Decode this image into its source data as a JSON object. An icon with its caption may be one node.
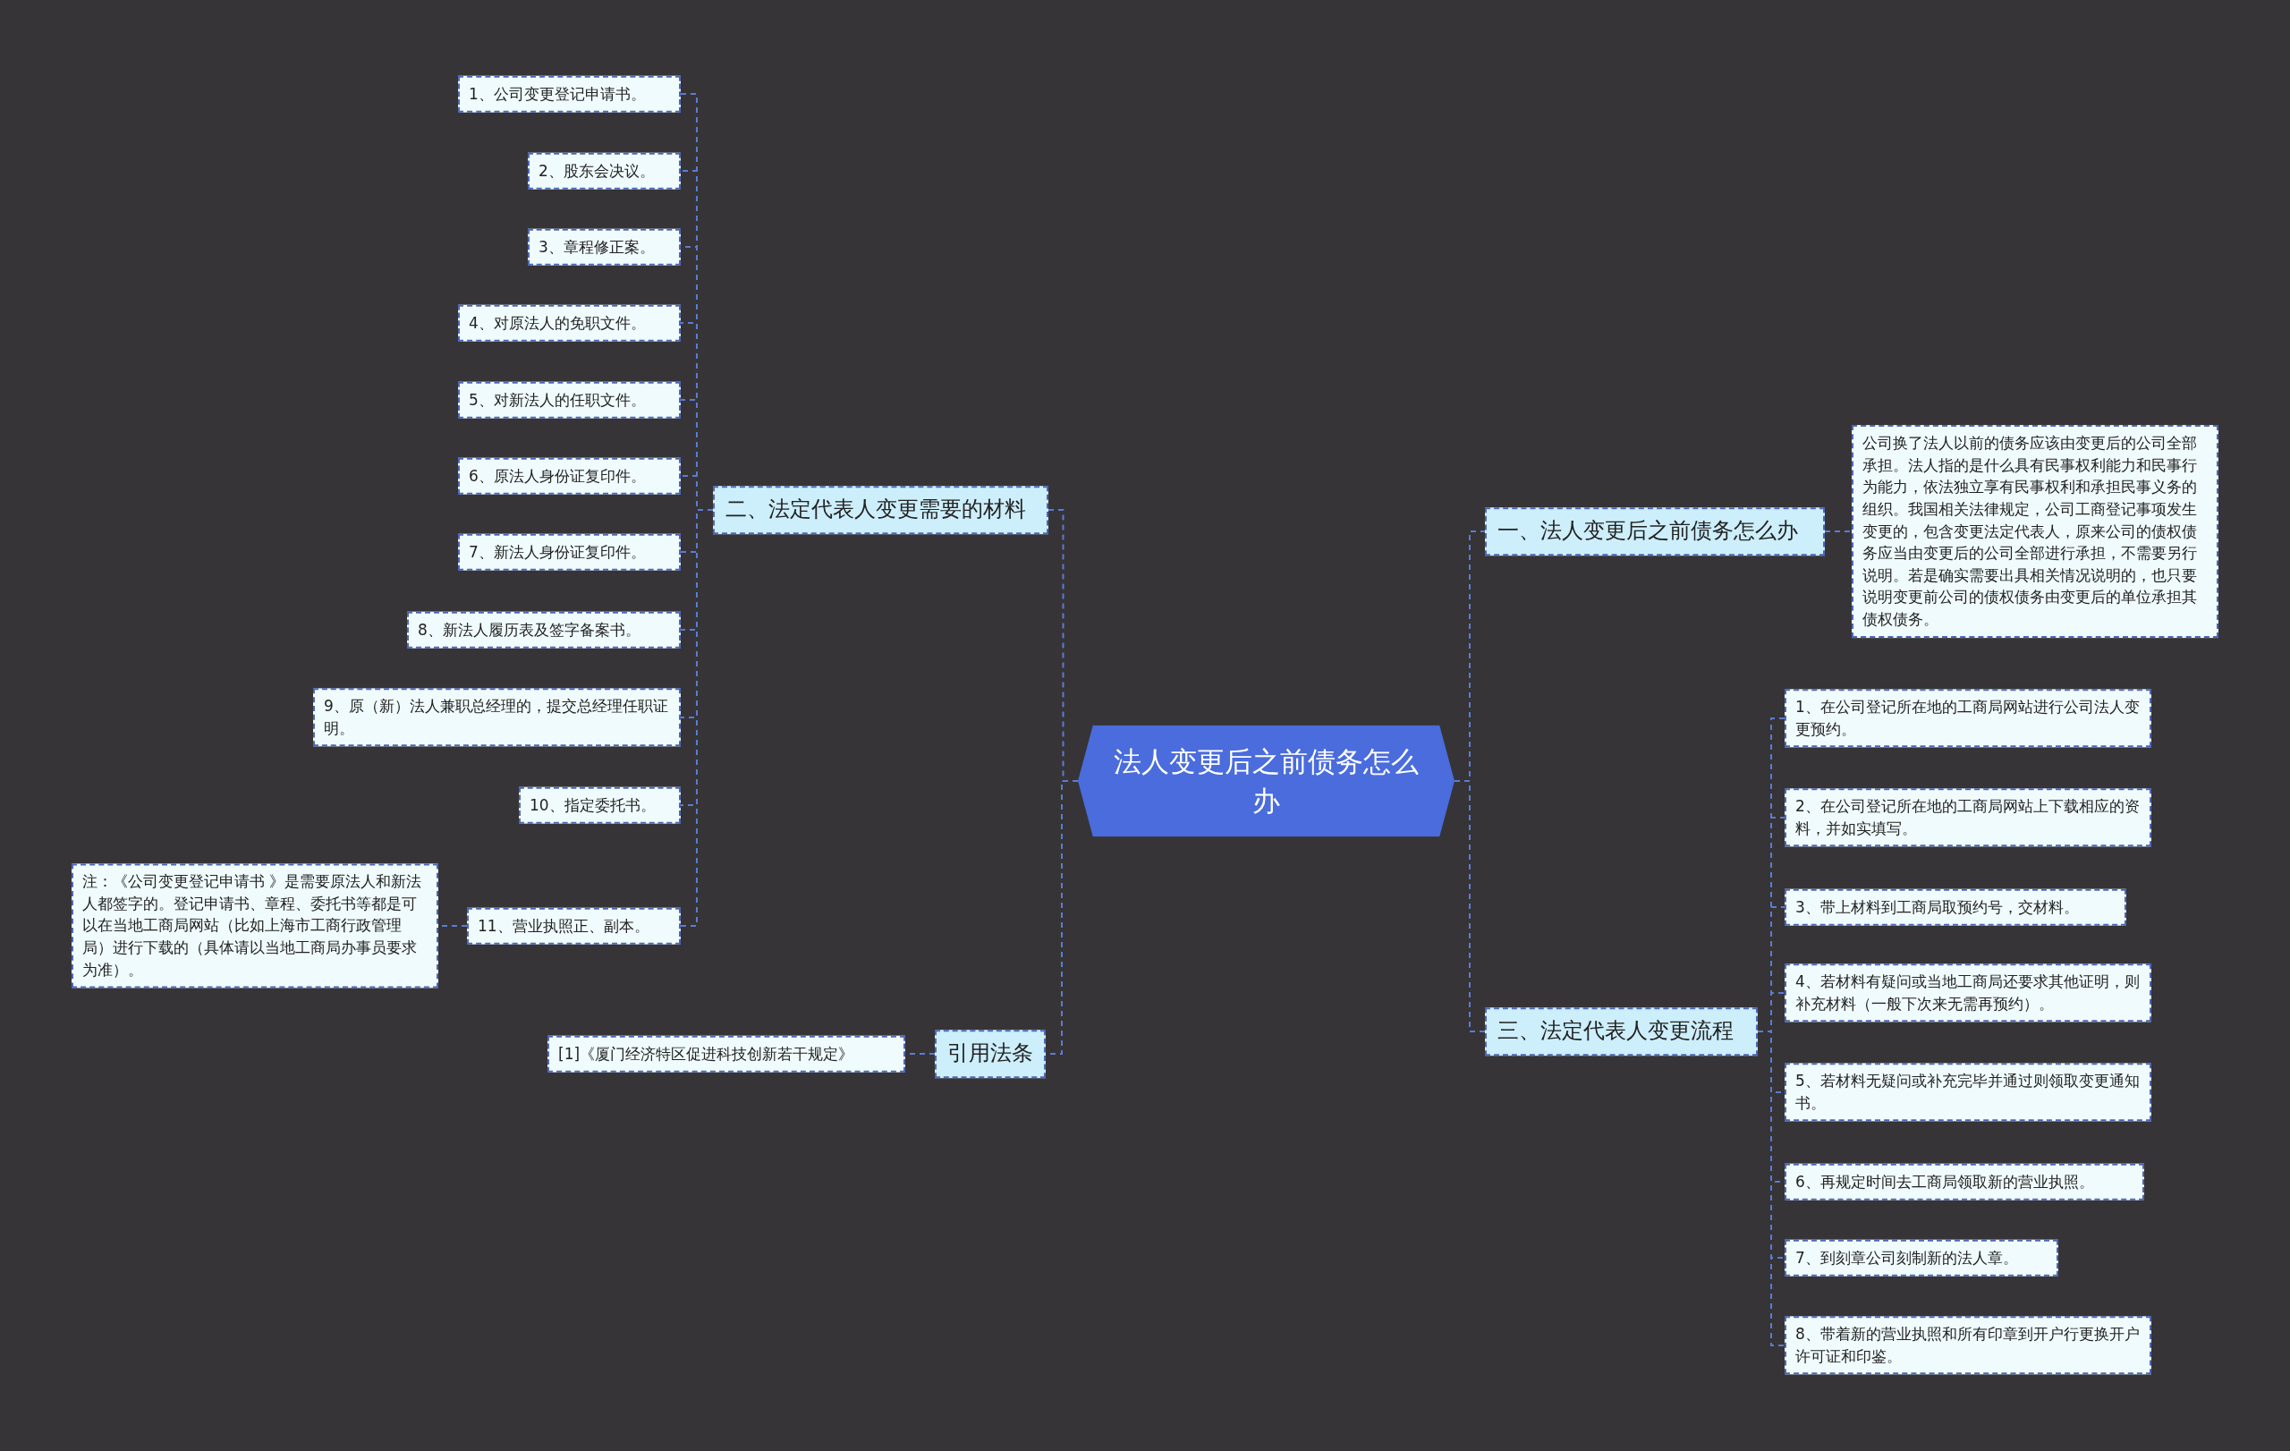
{
  "diagram": {
    "nodes": [
      {
        "text": [
          "法人变更后之前债务怎么办"
        ]
      },
      {
        "text": [
          "一、法人变更后之前债务怎么办"
        ]
      },
      {
        "text": [
          "公司换了法人以前的债务应该由变更后的公司全部承担。法人指的是什么具有民事权利能力和民事行为能力，依法独立享有民事权利和承担民事义务的组织。我国相关法律规定，公司工商登记事项发生变更的，包含变更法定代表人，原来公司的债权债务应当由变更后的公司全部进行承担，不需要另行说明。若是确实需要出具相关情况说明的，也只要说明变更前公司的债权债务由变更后的单位承担其债权债务。"
        ]
      },
      {
        "text": [
          "二、法定代表人变更需要的材料"
        ]
      },
      {
        "text": [
          "1、公司变更登记申请书。"
        ]
      },
      {
        "text": [
          "2、股东会决议。"
        ]
      },
      {
        "text": [
          "3、章程修正案。"
        ]
      },
      {
        "text": [
          "4、对原法人的免职文件。"
        ]
      },
      {
        "text": [
          "5、对新法人的任职文件。"
        ]
      },
      {
        "text": [
          "6、原法人身份证复印件。"
        ]
      },
      {
        "text": [
          "7、新法人身份证复印件。"
        ]
      },
      {
        "text": [
          "8、新法人履历表及签字备案书。"
        ]
      },
      {
        "text": [
          "9、原（新）法人兼职总经理的，提交总经理任职证明。"
        ]
      },
      {
        "text": [
          "10、指定委托书。"
        ]
      },
      {
        "text": [
          "11、营业执照正、副本。"
        ]
      },
      {
        "text": [
          "注：《公司变更登记申请书 》是需要原法人和新法人都签字的。登记申请书、章程、委托书等都是可以在当地工商局网站（比如上海市工商行政管理局）进行下载的（具体请以当地工商局办事员要求为准）。"
        ]
      },
      {
        "text": [
          "引用法条"
        ]
      },
      {
        "text": [
          "[1]《厦门经济特区促进科技创新若干规定》"
        ]
      },
      {
        "text": [
          "三、法定代表人变更流程"
        ]
      },
      {
        "text": [
          "1、在公司登记所在地的工商局网站进行公司法人变更预约。"
        ]
      },
      {
        "text": [
          "2、在公司登记所在地的工商局网站上下载相应的资料，并如实填写。"
        ]
      },
      {
        "text": [
          "3、带上材料到工商局取预约号，交材料。"
        ]
      },
      {
        "text": [
          "4、若材料有疑问或当地工商局还要求其他证明，则补充材料（一般下次来无需再预约）。"
        ]
      },
      {
        "text": [
          "5、若材料无疑问或补充完毕并通过则领取变更通知书。"
        ]
      },
      {
        "text": [
          "6、再规定时间去工商局领取新的营业执照。"
        ]
      },
      {
        "text": [
          "7、到刻章公司刻制新的法人章。"
        ]
      },
      {
        "text": [
          "8、带着新的营业执照和所有印章到开户行更换开户许可证和印鉴。"
        ]
      }
    ],
    "edges": [
      {
        "from": 0,
        "to": 1,
        "arrow": "none"
      },
      {
        "from": 1,
        "to": 2,
        "arrow": "none"
      },
      {
        "from": 0,
        "to": 3,
        "arrow": "none"
      },
      {
        "from": 3,
        "to": 4,
        "arrow": "none"
      },
      {
        "from": 3,
        "to": 5,
        "arrow": "none"
      },
      {
        "from": 3,
        "to": 6,
        "arrow": "none"
      },
      {
        "from": 3,
        "to": 7,
        "arrow": "none"
      },
      {
        "from": 3,
        "to": 8,
        "arrow": "none"
      },
      {
        "from": 3,
        "to": 9,
        "arrow": "none"
      },
      {
        "from": 3,
        "to": 10,
        "arrow": "none"
      },
      {
        "from": 3,
        "to": 11,
        "arrow": "none"
      },
      {
        "from": 3,
        "to": 12,
        "arrow": "none"
      },
      {
        "from": 3,
        "to": 13,
        "arrow": "none"
      },
      {
        "from": 3,
        "to": 14,
        "arrow": "none"
      },
      {
        "from": 14,
        "to": 15,
        "arrow": "none"
      },
      {
        "from": 0,
        "to": 16,
        "arrow": "none"
      },
      {
        "from": 16,
        "to": 17,
        "arrow": "none"
      },
      {
        "from": 0,
        "to": 18,
        "arrow": "none"
      },
      {
        "from": 18,
        "to": 19,
        "arrow": "none"
      },
      {
        "from": 18,
        "to": 20,
        "arrow": "none"
      },
      {
        "from": 18,
        "to": 21,
        "arrow": "none"
      },
      {
        "from": 18,
        "to": 22,
        "arrow": "none"
      },
      {
        "from": 18,
        "to": 23,
        "arrow": "none"
      },
      {
        "from": 18,
        "to": 24,
        "arrow": "none"
      },
      {
        "from": 18,
        "to": 25,
        "arrow": "none"
      },
      {
        "from": 18,
        "to": 26,
        "arrow": "none"
      }
    ]
  }
}
